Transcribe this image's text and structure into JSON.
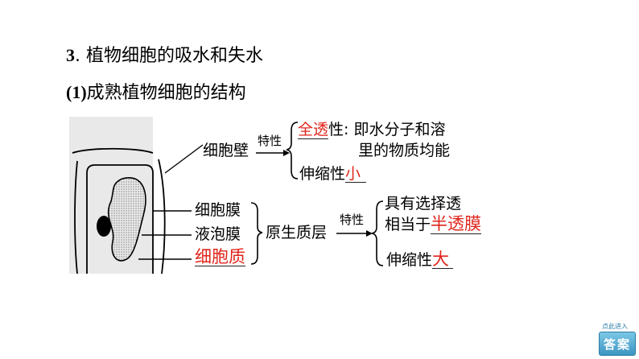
{
  "heading": {
    "number": "3",
    "dot": ".",
    "text": "植物细胞的吸水和失水"
  },
  "subheading": {
    "number": "(1)",
    "text": "成熟植物细胞的结构"
  },
  "diagram": {
    "cell_wall": "细胞壁",
    "property1": "特性",
    "full_perm_answer": "全透",
    "full_perm_suffix": "性: 即水分子和溶",
    "full_perm_line2": "里的物质均能",
    "elastic1_label": "伸缩性",
    "elastic1_answer": "小",
    "cell_membrane": "细胞膜",
    "vacuole_membrane": "液泡膜",
    "cytoplasm_answer": "细胞质",
    "protoplast_layer": "原生质层",
    "property2": "特性",
    "selective_line1": "具有选择透",
    "equivalent_prefix": "相当于",
    "semi_perm_answer": "半透膜",
    "elastic2_label": "伸缩性",
    "elastic2_answer": "大"
  },
  "answer_button": {
    "hint": "点此进入",
    "label": "答案"
  }
}
